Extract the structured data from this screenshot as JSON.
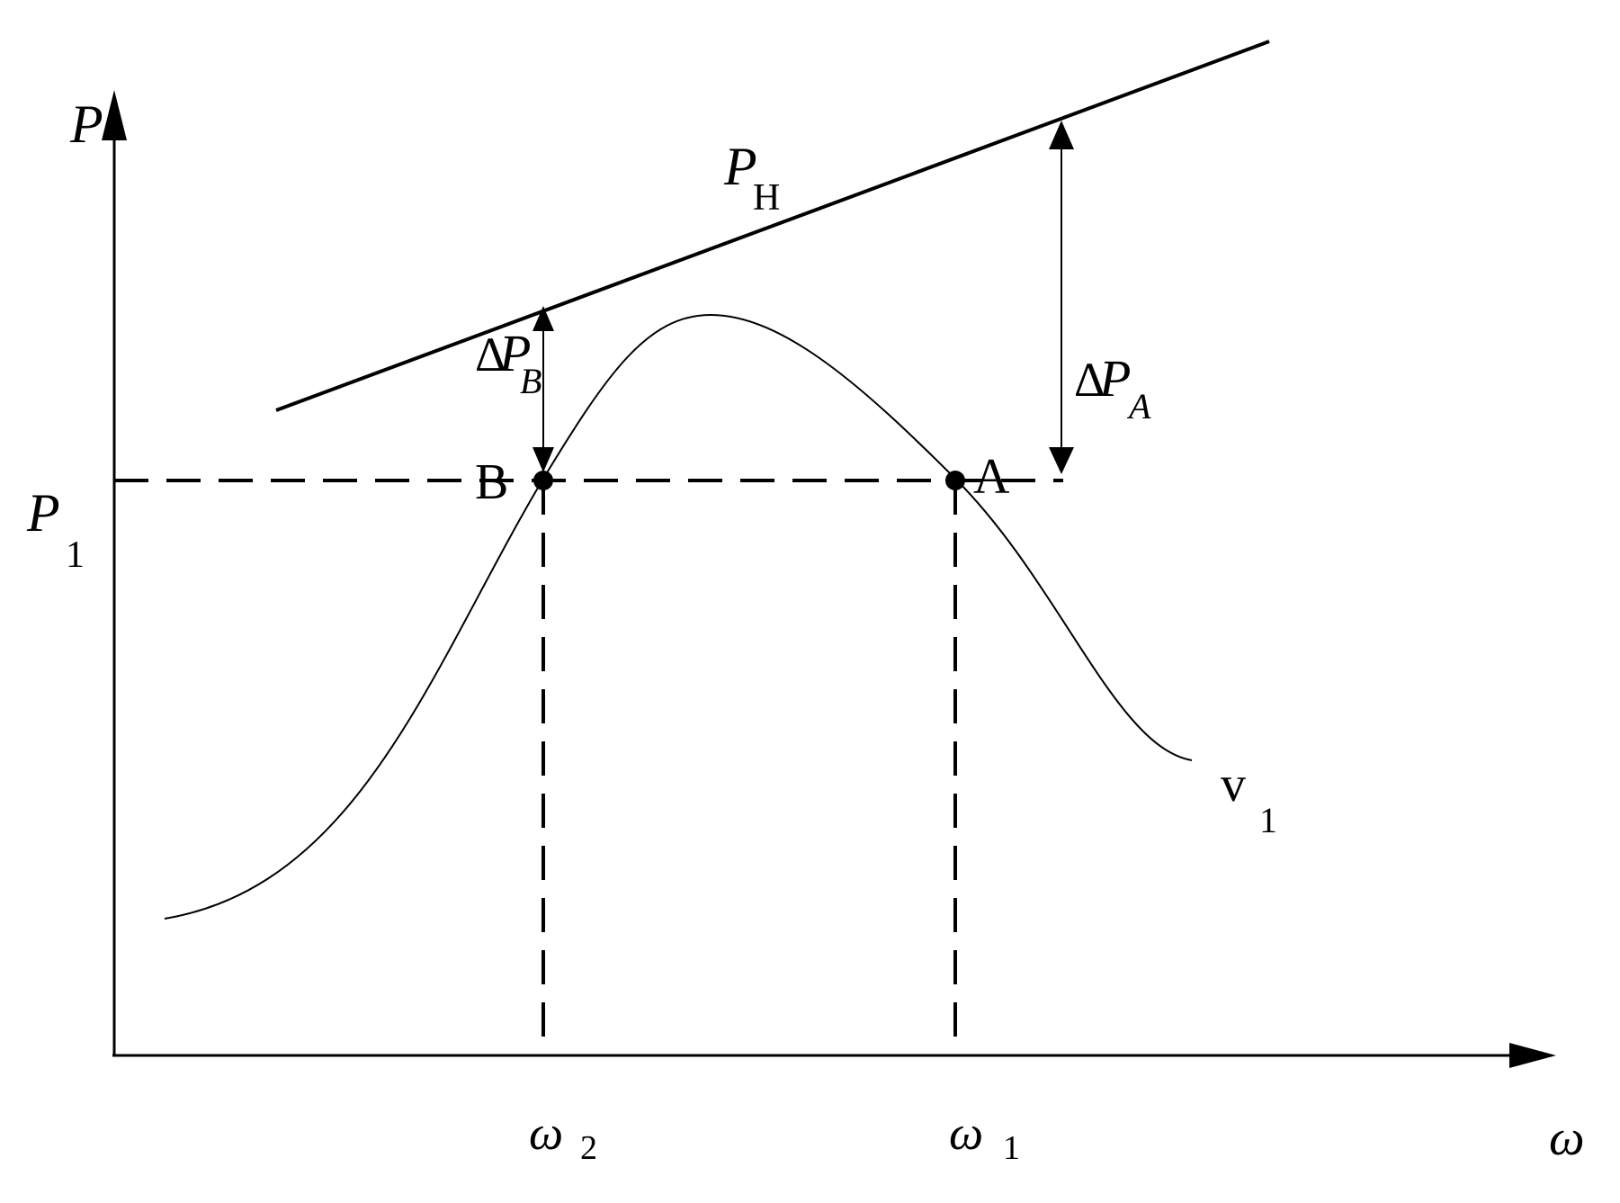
{
  "axes": {
    "y_label": "P",
    "x_label": "ω"
  },
  "labels": {
    "p1_main": "P",
    "p1_sub": "1",
    "ph_main": "P",
    "ph_sub": "H",
    "delta_pb_delta": "Δ",
    "delta_pb_main": "P",
    "delta_pb_sub": "B",
    "delta_pa_delta": "Δ",
    "delta_pa_main": "P",
    "delta_pa_sub": "A",
    "point_a": "A",
    "point_b": "B",
    "omega1_main": "ω",
    "omega1_sub": "1",
    "omega2_main": "ω",
    "omega2_sub": "2",
    "curve_main": "v",
    "curve_sub": "1"
  },
  "colors": {
    "ink": "#000000",
    "background": "#ffffff"
  }
}
